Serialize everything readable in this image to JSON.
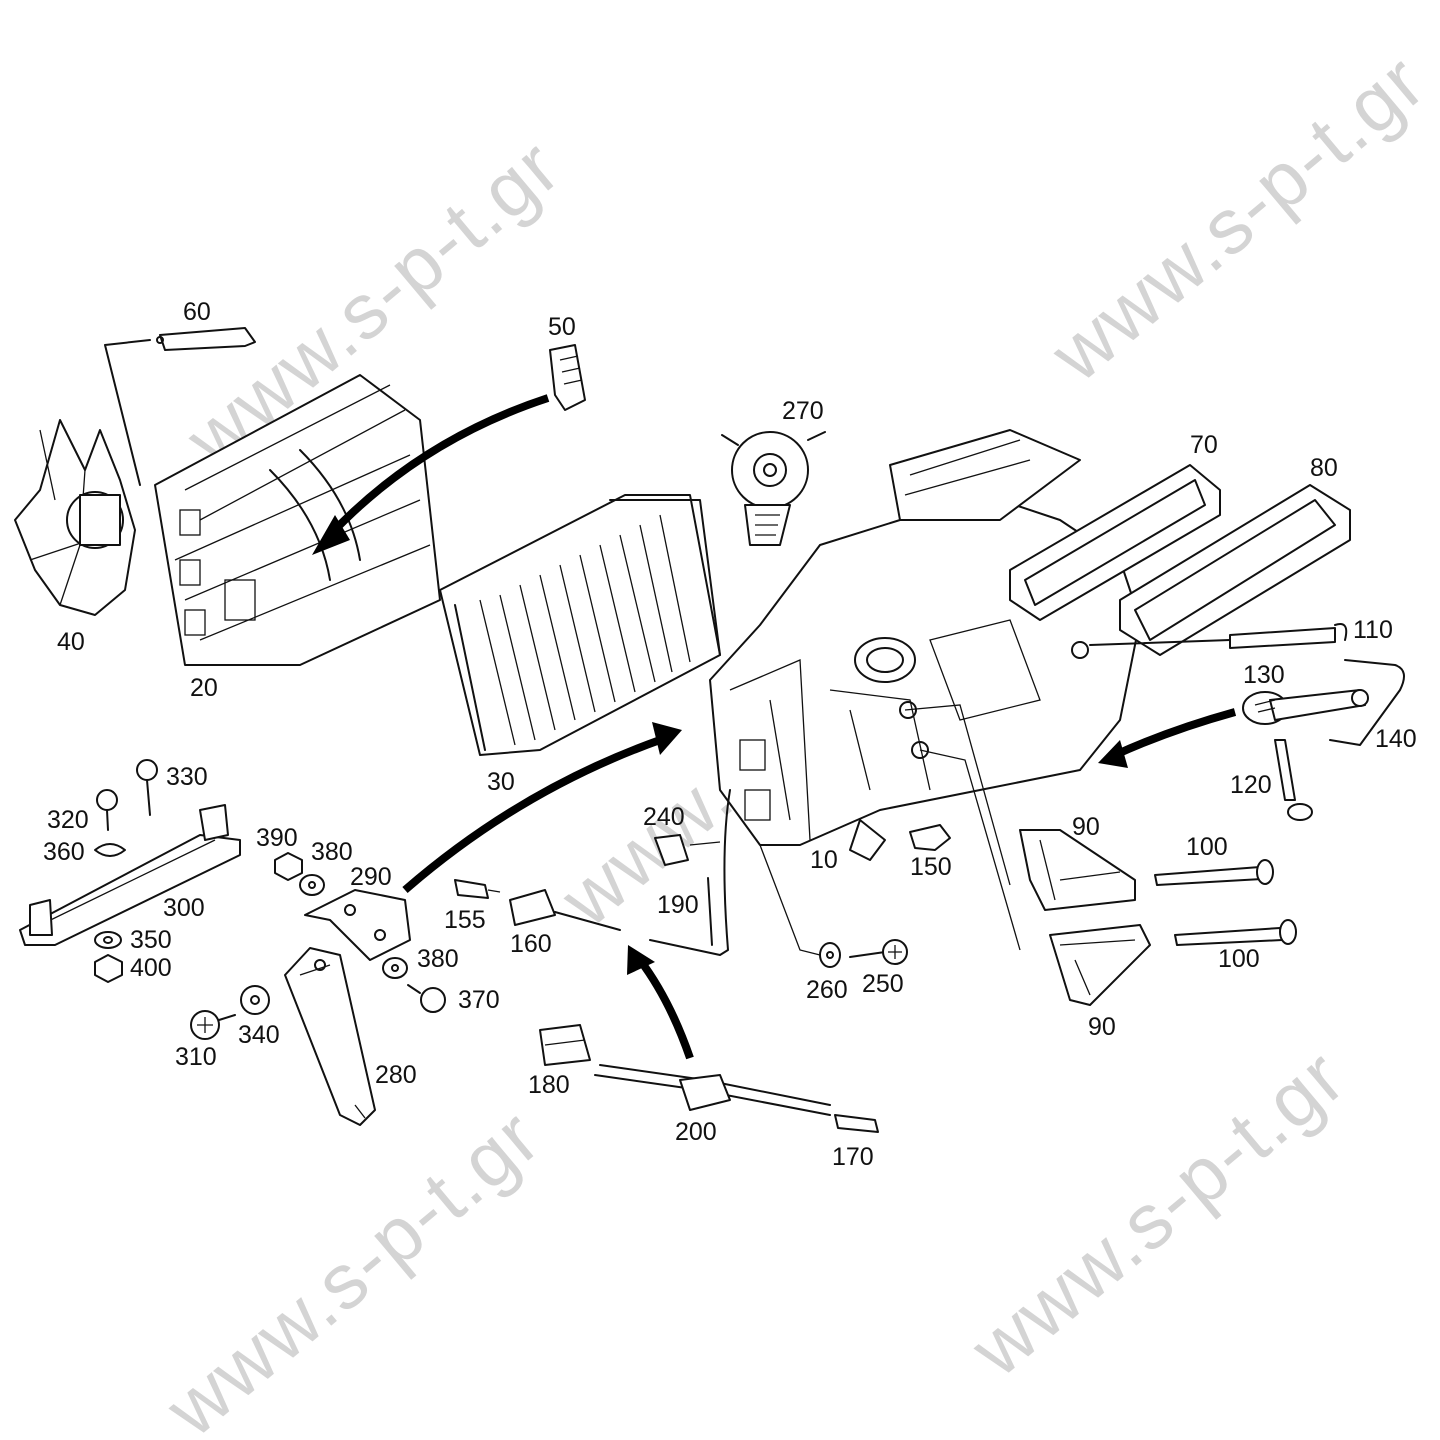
{
  "watermark": {
    "text": "www.s-p-t.gr",
    "color": "#d4d4d4"
  },
  "callouts": [
    {
      "id": "c10",
      "text": "10"
    },
    {
      "id": "c20",
      "text": "20"
    },
    {
      "id": "c30",
      "text": "30"
    },
    {
      "id": "c40",
      "text": "40"
    },
    {
      "id": "c50",
      "text": "50"
    },
    {
      "id": "c60",
      "text": "60"
    },
    {
      "id": "c70",
      "text": "70"
    },
    {
      "id": "c80",
      "text": "80"
    },
    {
      "id": "c90a",
      "text": "90"
    },
    {
      "id": "c90b",
      "text": "90"
    },
    {
      "id": "c100a",
      "text": "100"
    },
    {
      "id": "c100b",
      "text": "100"
    },
    {
      "id": "c110",
      "text": "110"
    },
    {
      "id": "c120",
      "text": "120"
    },
    {
      "id": "c130",
      "text": "130"
    },
    {
      "id": "c140",
      "text": "140"
    },
    {
      "id": "c150",
      "text": "150"
    },
    {
      "id": "c155",
      "text": "155"
    },
    {
      "id": "c160",
      "text": "160"
    },
    {
      "id": "c170",
      "text": "170"
    },
    {
      "id": "c180",
      "text": "180"
    },
    {
      "id": "c190",
      "text": "190"
    },
    {
      "id": "c200",
      "text": "200"
    },
    {
      "id": "c240",
      "text": "240"
    },
    {
      "id": "c250",
      "text": "250"
    },
    {
      "id": "c260",
      "text": "260"
    },
    {
      "id": "c270",
      "text": "270"
    },
    {
      "id": "c280",
      "text": "280"
    },
    {
      "id": "c290",
      "text": "290"
    },
    {
      "id": "c300",
      "text": "300"
    },
    {
      "id": "c310",
      "text": "310"
    },
    {
      "id": "c320",
      "text": "320"
    },
    {
      "id": "c330",
      "text": "330"
    },
    {
      "id": "c340",
      "text": "340"
    },
    {
      "id": "c350",
      "text": "350"
    },
    {
      "id": "c360",
      "text": "360"
    },
    {
      "id": "c370",
      "text": "370"
    },
    {
      "id": "c380a",
      "text": "380"
    },
    {
      "id": "c380b",
      "text": "380"
    },
    {
      "id": "c390",
      "text": "390"
    },
    {
      "id": "c400",
      "text": "400"
    }
  ]
}
